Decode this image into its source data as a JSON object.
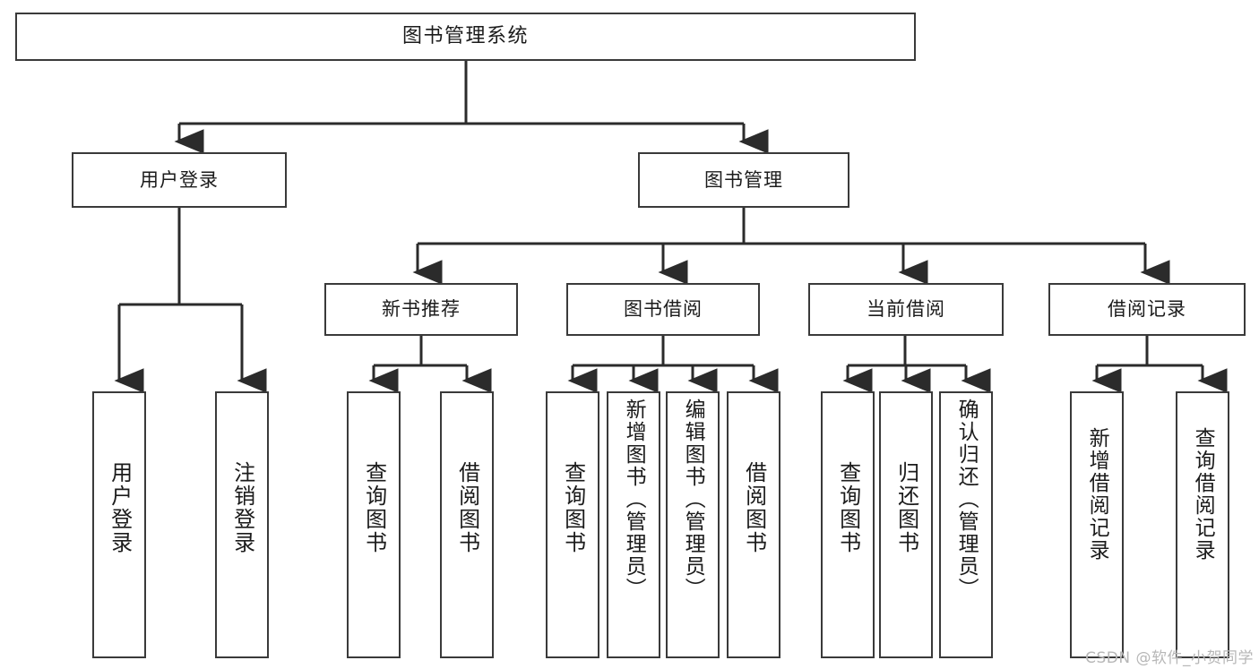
{
  "diagram": {
    "title": "图书管理系统",
    "type": "tree-hierarchy",
    "colors": {
      "box_border": "#3a3a3a",
      "box_fill": "#ffffff",
      "connector": "#2b2b2b",
      "text": "#1b1b1b",
      "watermark": "#b7b7b7",
      "background": "#ffffff"
    }
  },
  "watermark": {
    "text": "CSDN @软件_小贺同学"
  },
  "nodes": {
    "root": {
      "label": "图书管理系统"
    },
    "level2": [
      {
        "id": "user-login",
        "label": "用户登录"
      },
      {
        "id": "book-management",
        "label": "图书管理"
      }
    ],
    "level3": [
      {
        "id": "new-book-recommend",
        "label": "新书推荐"
      },
      {
        "id": "book-borrow",
        "label": "图书借阅"
      },
      {
        "id": "current-borrow",
        "label": "当前借阅"
      },
      {
        "id": "borrow-record",
        "label": "借阅记录"
      }
    ],
    "leaves": {
      "user-login": [
        {
          "id": "leaf-user-login",
          "label": "用户登录"
        },
        {
          "id": "leaf-user-logout",
          "label": "注销登录"
        }
      ],
      "new-book-recommend": [
        {
          "id": "leaf-query-book-1",
          "label": "查询图书"
        },
        {
          "id": "leaf-borrow-book-1",
          "label": "借阅图书"
        }
      ],
      "book-borrow": [
        {
          "id": "leaf-query-book-2",
          "label": "查询图书"
        },
        {
          "id": "leaf-add-book",
          "label": "新增图书（管理员）"
        },
        {
          "id": "leaf-edit-book",
          "label": "编辑图书（管理员）"
        },
        {
          "id": "leaf-borrow-book-2",
          "label": "借阅图书"
        }
      ],
      "current-borrow": [
        {
          "id": "leaf-query-book-3",
          "label": "查询图书"
        },
        {
          "id": "leaf-return-book",
          "label": "归还图书"
        },
        {
          "id": "leaf-confirm-return",
          "label": "确认归还（管理员）"
        }
      ],
      "borrow-record": [
        {
          "id": "leaf-add-record",
          "label": "新增借阅记录"
        },
        {
          "id": "leaf-query-record",
          "label": "查询借阅记录"
        }
      ]
    }
  }
}
